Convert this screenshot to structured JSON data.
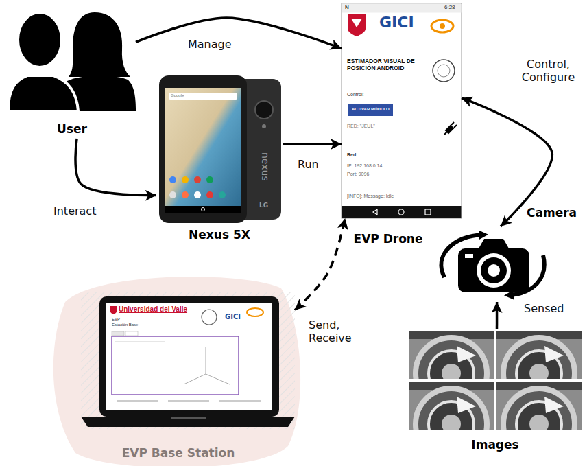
{
  "diagram": {
    "nodes": [
      {
        "text": [
          "User"
        ]
      },
      {
        "text": [
          "Nexus 5X"
        ]
      },
      {
        "text": [
          "EVP Drone"
        ]
      },
      {
        "text": [
          "ACTIVAR MÓDULO"
        ],
        "in": 2
      },
      {
        "text": [
          "Camera"
        ]
      },
      {
        "text": [
          "Images"
        ]
      },
      {
        "text": [
          "EVP Base Station"
        ]
      }
    ],
    "edges": [
      {
        "from": 0,
        "to": 2,
        "arrow": "to",
        "label": "Manage"
      },
      {
        "from": 0,
        "to": 1,
        "arrow": "to",
        "label": "Interact"
      },
      {
        "from": 1,
        "to": 2,
        "arrow": "to",
        "label": "Run"
      },
      {
        "from": 4,
        "to": 2,
        "arrow": "both",
        "label": "Control, Configure"
      },
      {
        "from": 5,
        "to": 4,
        "arrow": "to",
        "label": "Sensed"
      },
      {
        "from": 6,
        "to": 2,
        "arrow": "both",
        "label": "Send, Receive"
      }
    ],
    "labels": [
      "N",
      "6:28",
      "GICI",
      "ESTIMADOR VISUAL DE POSICIÓN ANDROID",
      "Control:",
      "RED: \"JEUL\"",
      "Red:",
      "IP: 192.168.0.14",
      "Port: 9096",
      "[INFO]: Message: Idle",
      "Google",
      "nexus",
      "LG",
      "Universidad del Valle",
      "EVP",
      "Estación Base",
      "GICI"
    ]
  }
}
